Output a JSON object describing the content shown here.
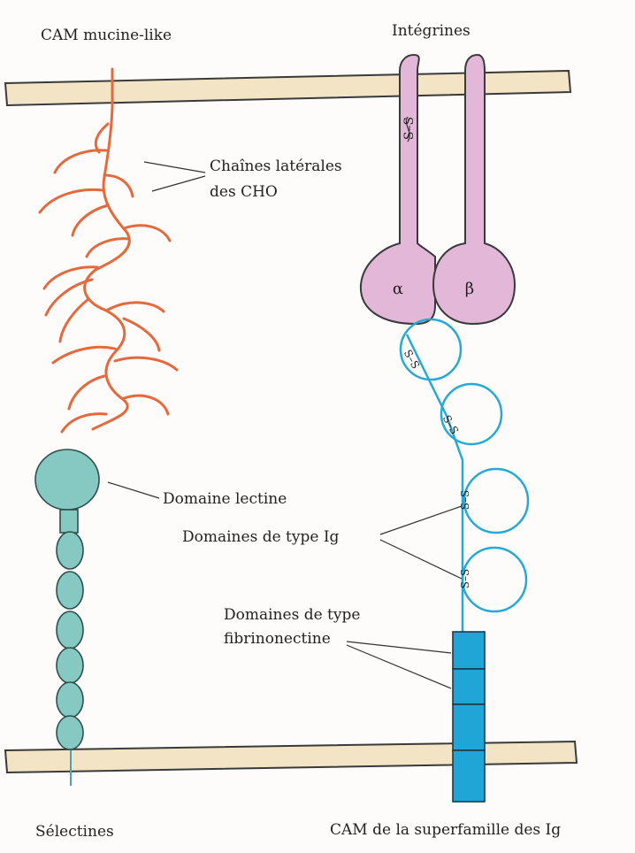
{
  "labels": {
    "mucin_cam": "CAM mucine-like",
    "integrins": "Intégrines",
    "cho_side_chains_line1": "Chaînes latérales",
    "cho_side_chains_line2": "des CHO",
    "lectin_domain": "Domaine lectine",
    "ig_domains": "Domaines de type Ig",
    "fibronectin_line1": "Domaines de type",
    "fibronectin_line2": "fibrinonectine",
    "selectins": "Sélectines",
    "ig_superfamily_cam": "CAM de la superfamille des Ig",
    "alpha": "α",
    "beta": "β",
    "disulfide": "S–S"
  },
  "colors": {
    "membrane_fill": "#f2e4c5",
    "membrane_stroke": "#3a3a3a",
    "mucin": "#e46a3e",
    "integrin_fill": "#e2b7d8",
    "integrin_stroke": "#3a3a3a",
    "ig_loop": "#27a9d8",
    "fibronectin_fill": "#1fa6d6",
    "selectin_fill": "#86c9c2",
    "selectin_stroke": "#2f4f4c",
    "text": "#222222"
  }
}
